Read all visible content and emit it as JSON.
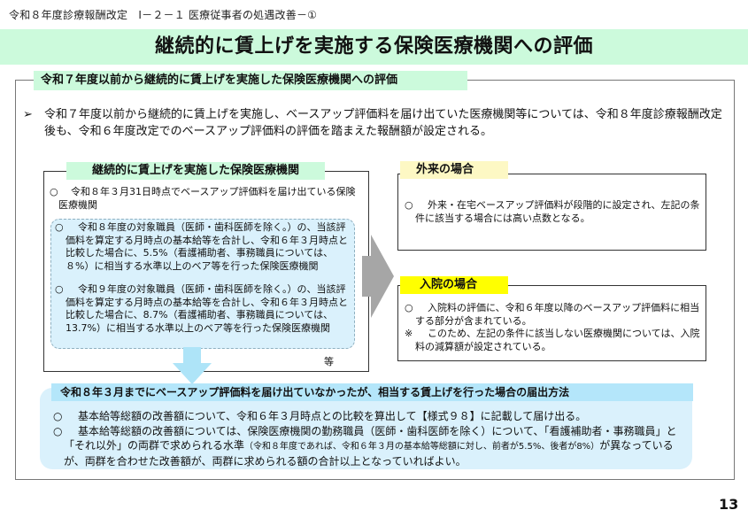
{
  "header": {
    "breadcrumb": "令和８年度診療報酬改定　Ⅰ－２－１ 医療従事者の処遇改善－①",
    "title": "継続的に賃上げを実施する保険医療機関への評価"
  },
  "section": {
    "tab_label": "令和７年度以前から継続的に賃上げを実施した保険医療機関への評価",
    "lead_bullet": "➢",
    "lead_text": "令和７年度以前から継続的に賃上げを実施し、ベースアップ評価料を届け出ていた医療機関等については、令和８年度診療報酬改定後も、令和６年度改定でのベースアップ評価料の評価を踏まえた報酬額が設定される。"
  },
  "left_panel": {
    "tab_label": "継続的に賃上げを実施した保険医療機関",
    "item1_marker": "○",
    "item1_text": "令和８年３月31日時点でベースアップ評価料を届け出ている保険医療機関",
    "conditions": [
      {
        "marker": "○",
        "text": "令和８年度の対象職員（医師・歯科医師を除く。）の、当該評価料を算定する月時点の基本給等を合計し、令和６年３月時点と比較した場合に、5.5%（看護補助者、事務職員については、８%）に相当する水準以上のベア等を行った保険医療機関"
      },
      {
        "marker": "○",
        "text": "令和９年度の対象職員（医師・歯科医師を除く。）の、当該評価料を算定する月時点の基本給等を合計し、令和６年３月時点と比較した場合に、8.7%（看護補助者、事務職員については、13.7%）に相当する水準以上のベア等を行った保険医療機関"
      }
    ],
    "etc_label": "等"
  },
  "outpatient": {
    "tab_label": "外来の場合",
    "marker": "○",
    "text": "外来・在宅ベースアップ評価料が段階的に設定され、左記の条件に該当する場合には高い点数となる。",
    "tab_color": "#fdf8c4"
  },
  "inpatient": {
    "tab_label": "入院の場合",
    "items": [
      {
        "marker": "○",
        "text": "入院料の評価に、令和６年度以降のベースアップ評価料に相当する部分が含まれている。"
      },
      {
        "marker": "※",
        "text": "このため、左記の条件に該当しない医療機関については、入院料の減算額が設定されている。"
      }
    ],
    "tab_color": "#ffff00"
  },
  "bottom": {
    "tab_label": "令和８年３月までにベースアップ評価料を届け出ていなかったが、相当する賃上げを行った場合の届出方法",
    "items": [
      {
        "marker": "○",
        "text": "基本給等総額の改善額について、令和６年３月時点との比較を算出して【様式９８】に記載して届け出る。"
      },
      {
        "marker": "○",
        "text_a": "基本給等総額の改善額については、保険医療機関の勤務職員（医師・歯科医師を除く）について、「看護補助者・事務職員」と「それ以外」の両群で求められる水準",
        "text_small": "（令和８年度であれば、令和６年３月の基本給等総額に対し、前者が5.5%、後者が8%）",
        "text_b": "が異なっているが、両群を合わせた改善額が、両群に求められる額の合計以上となっていればよい。"
      }
    ]
  },
  "footer": {
    "page_number": "13"
  },
  "colors": {
    "title_band": "#ccfadc",
    "condition_box": "#daf1fc",
    "bottom_tab": "#b4e6fa",
    "arrow_gray": "#a6a6a6",
    "arrow_blue": "#aee4f8"
  }
}
